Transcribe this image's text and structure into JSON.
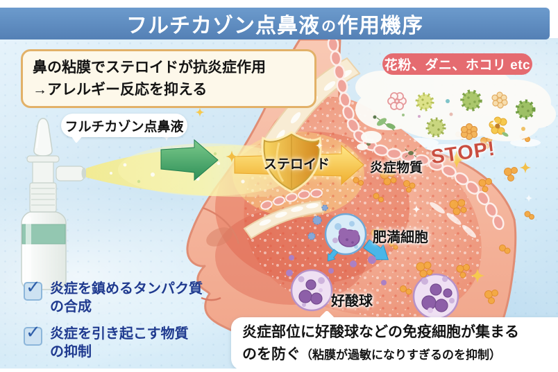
{
  "title": {
    "part1": "フルチカゾン点鼻液",
    "particle": "の",
    "part2": "作用機序"
  },
  "info_box": {
    "text": "鼻の粘膜でステロイドが抗炎症作用\n→アレルギー反応を抑える"
  },
  "allergens": {
    "label": "花粉、ダニ、ホコリ etc"
  },
  "spray": {
    "label": "フルチカゾン点鼻液"
  },
  "mechanism": {
    "shield_label": "ステロイド",
    "inflammatory_label": "炎症物質",
    "stop_label": "STOP!"
  },
  "cells": {
    "mast_cell_label": "肥満細胞",
    "eosinophil_label": "好酸球"
  },
  "checklist": {
    "checkmark": "✓",
    "items": [
      {
        "text": "炎症を鎮めるタンパク質\nの合成"
      },
      {
        "text": "炎症を引き起こす物質\nの抑制"
      }
    ]
  },
  "bottom_note": {
    "line1": "炎症部位に好酸球などの免疫細胞が集まる",
    "line2_main": "のを防ぐ",
    "line2_sub": "（粘膜が過敏になりすぎるのを抑制）"
  },
  "colors": {
    "title_bar": "#5b8ac1",
    "allergen_pill": "#e56b70",
    "stop_text": "#c94e40",
    "checklist_text": "#1f3a8f",
    "shield_gold": "#e8a93c",
    "arrow_green": "#3f9e6e",
    "arrow_blue": "#49b6e8",
    "info_box_border": "#e2b168"
  }
}
